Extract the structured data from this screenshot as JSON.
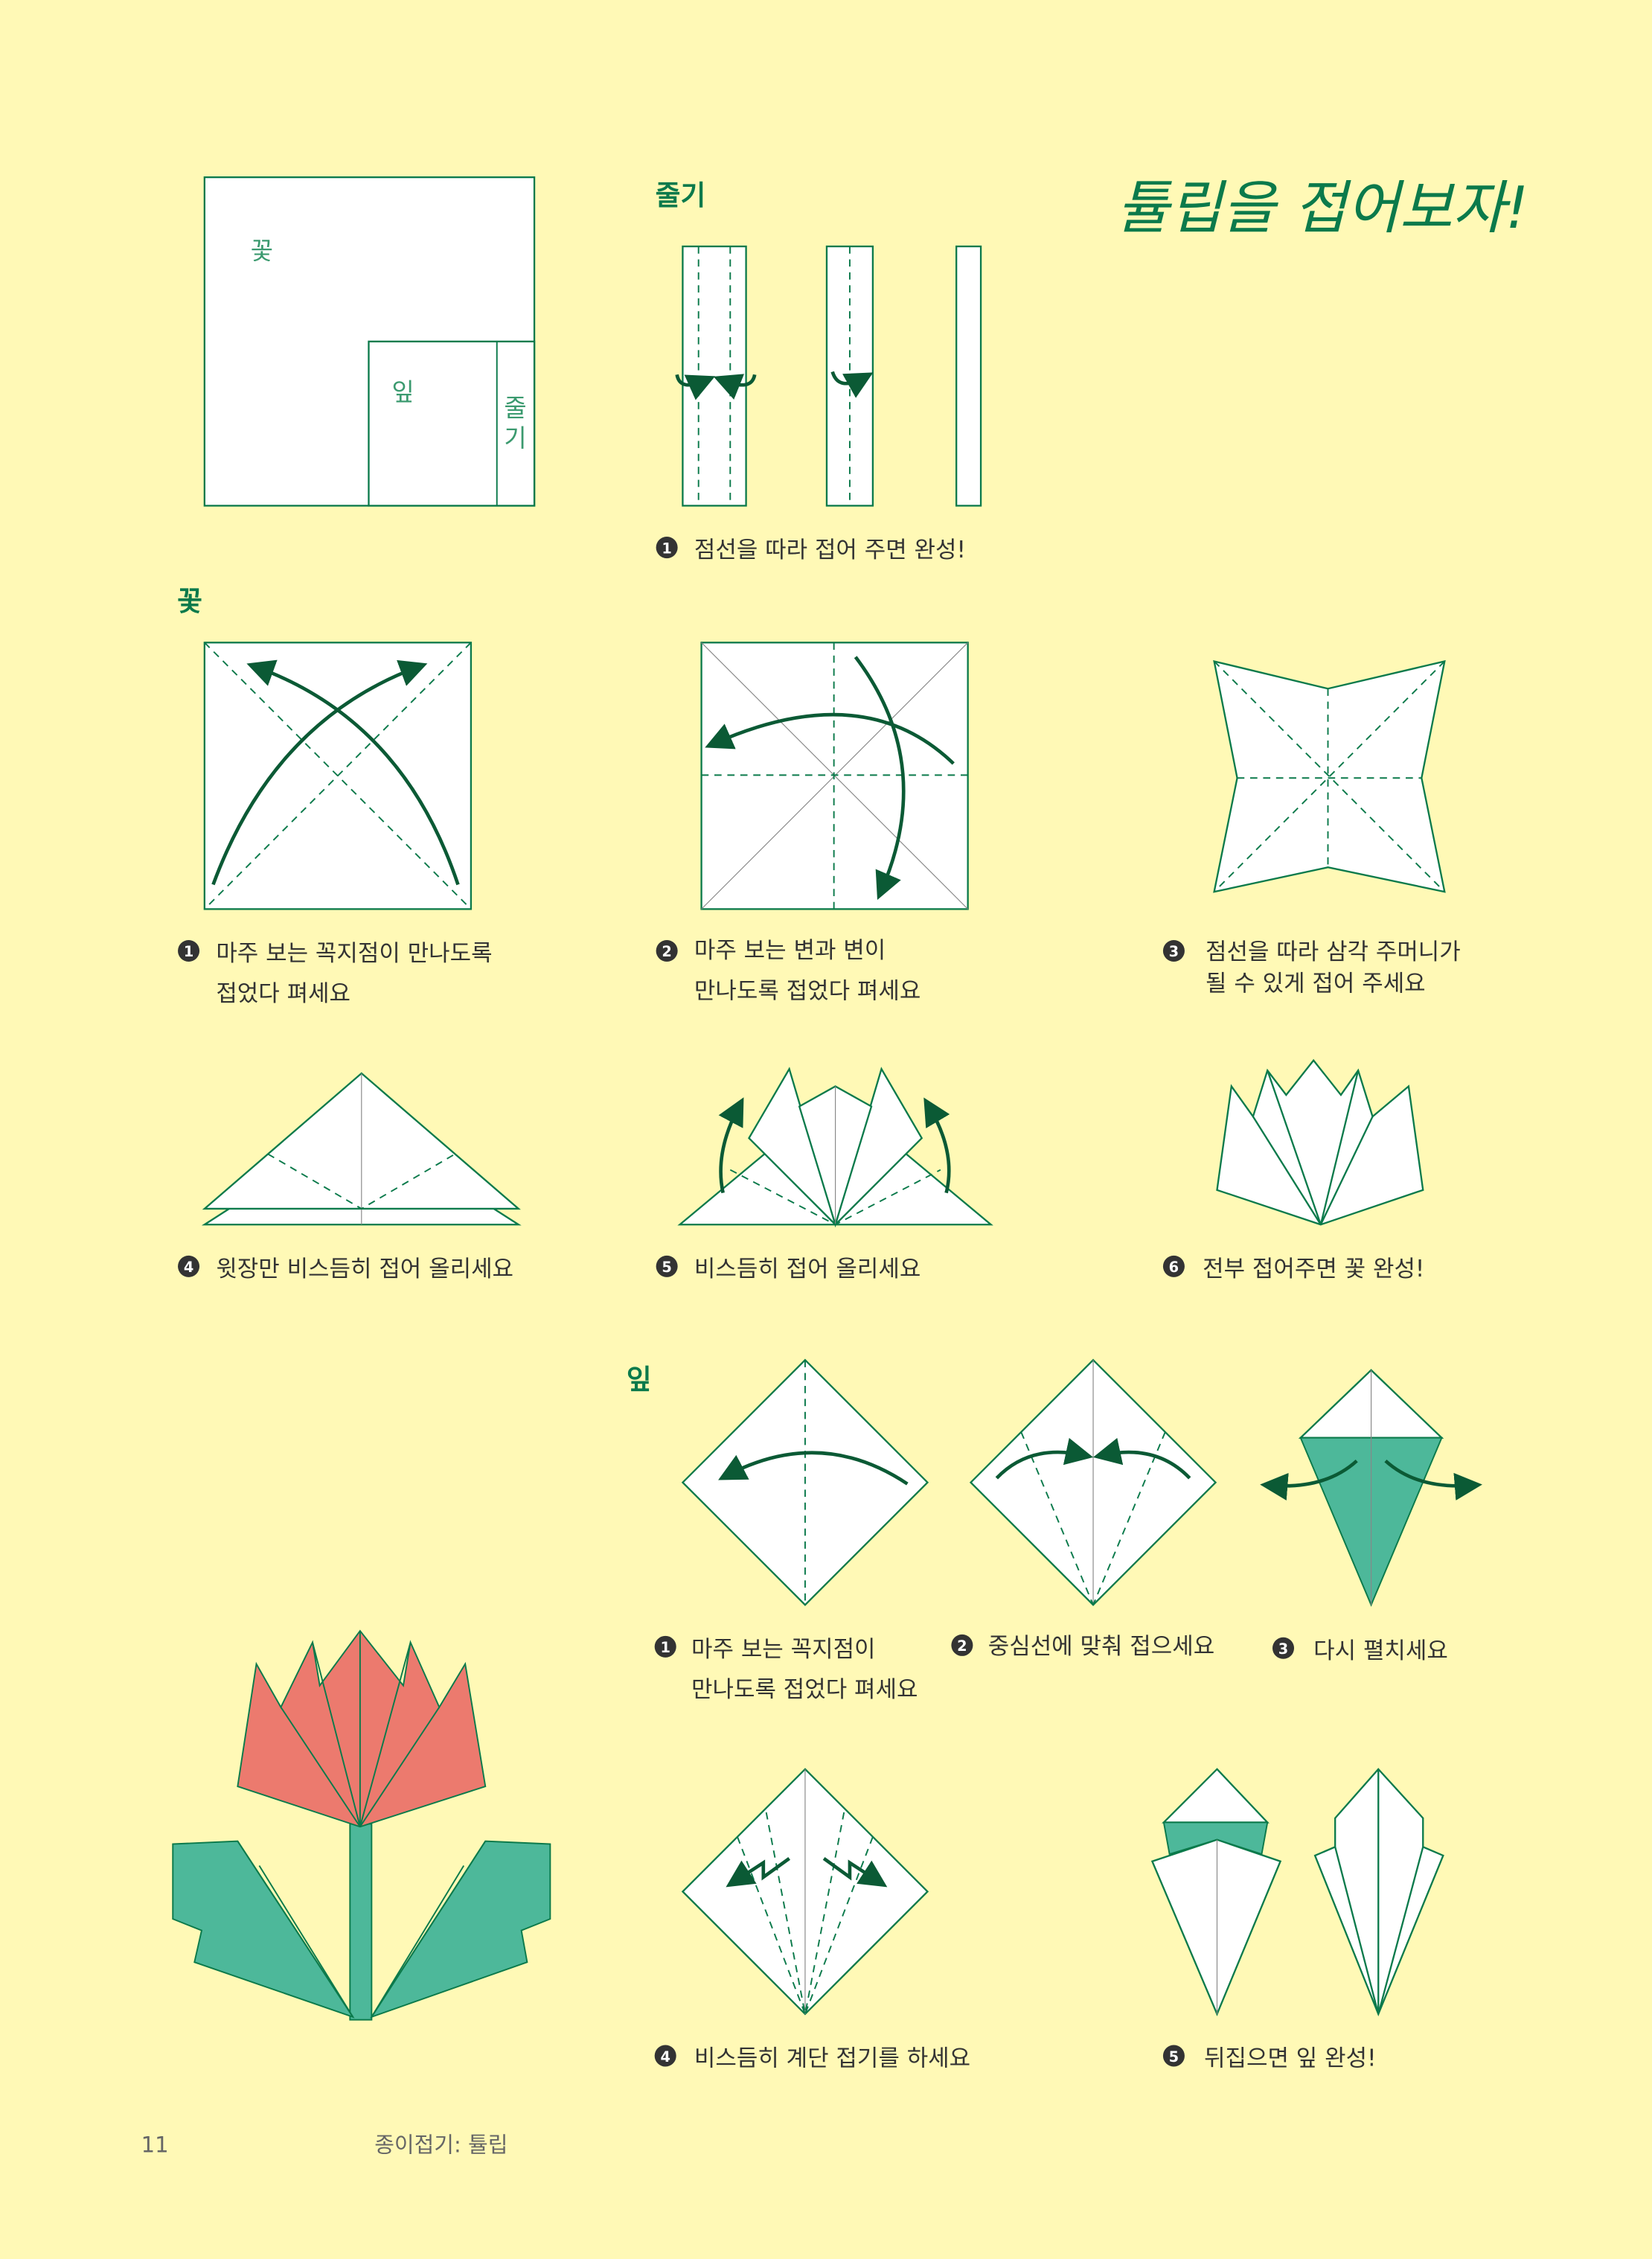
{
  "title": "튤립을 접어보자!",
  "cut_labels": {
    "flower": "꽃",
    "leaf": "잎",
    "stem_1": "줄",
    "stem_2": "기"
  },
  "sections": {
    "stem": "줄기",
    "flower": "꽃",
    "leaf": "잎"
  },
  "stem_steps": [
    {
      "num": "1",
      "lines": [
        "점선을 따라 접어 주면 완성!"
      ]
    }
  ],
  "flower_steps": [
    {
      "num": "1",
      "lines": [
        "마주 보는 꼭지점이 만나도록",
        "접었다 펴세요"
      ]
    },
    {
      "num": "2",
      "lines": [
        "마주 보는 변과 변이",
        "만나도록 접었다 펴세요"
      ]
    },
    {
      "num": "3",
      "lines": [
        "점선을 따라 삼각 주머니가",
        "될 수 있게 접어 주세요"
      ]
    },
    {
      "num": "4",
      "lines": [
        "윗장만 비스듬히 접어 올리세요"
      ]
    },
    {
      "num": "5",
      "lines": [
        "비스듬히 접어 올리세요"
      ]
    },
    {
      "num": "6",
      "lines": [
        "전부 접어주면 꽃 완성!"
      ]
    }
  ],
  "leaf_steps": [
    {
      "num": "1",
      "lines": [
        "마주 보는 꼭지점이",
        "만나도록 접었다 펴세요"
      ]
    },
    {
      "num": "2",
      "lines": [
        "중심선에 맞춰 접으세요"
      ]
    },
    {
      "num": "3",
      "lines": [
        "다시 펼치세요"
      ]
    },
    {
      "num": "4",
      "lines": [
        "비스듬히 계단 접기를 하세요"
      ]
    },
    {
      "num": "5",
      "lines": [
        "뒤집으면 잎 완성!"
      ]
    }
  ],
  "footer": {
    "page": "11",
    "chapter": "종이접기: 튤립"
  },
  "colors": {
    "background": "#fff9b6",
    "green": "#0b7a4b",
    "teal": "#4db89a",
    "coral": "#ec7a6e"
  }
}
